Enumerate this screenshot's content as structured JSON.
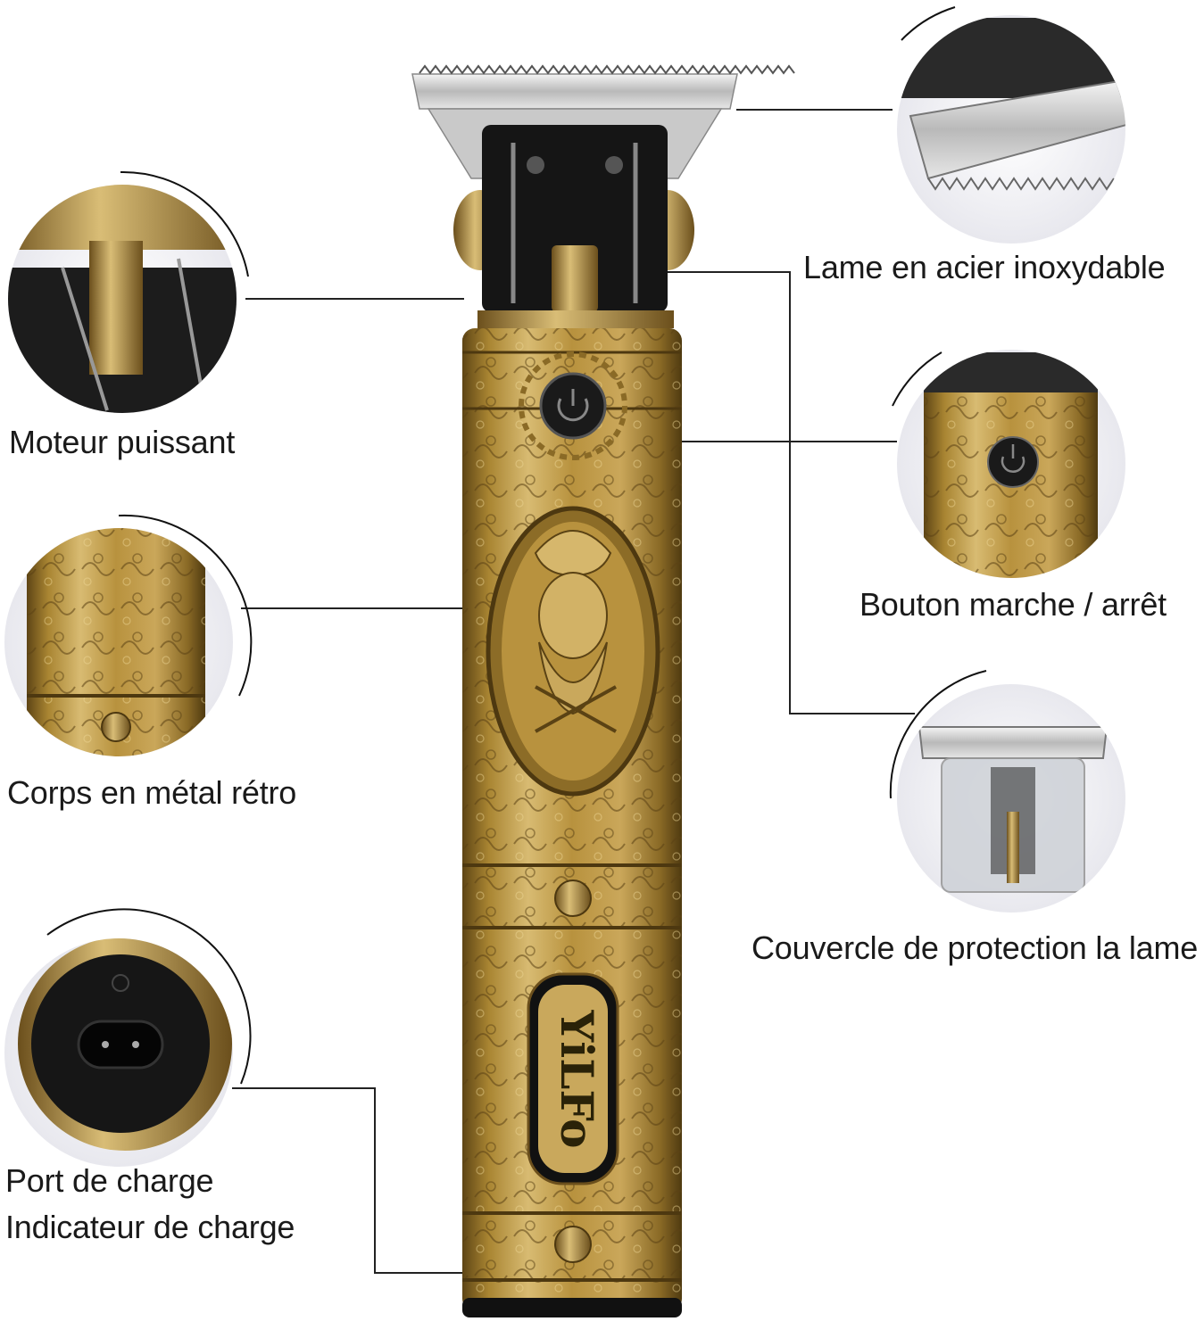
{
  "labels": {
    "blade": "Lame en acier inoxydable",
    "motor": "Moteur puissant",
    "button": "Bouton marche / arrêt",
    "body": "Corps en métal rétro",
    "cover": "Couvercle de protection la lame",
    "port_line1": "Port de charge",
    "port_line2": "Indicateur de charge"
  },
  "brand": "YiLFo",
  "colors": {
    "gold": "#b8923e",
    "gold_light": "#dcc07a",
    "gold_dark": "#6b4f1c",
    "text": "#1a1a1a",
    "line": "#222222"
  }
}
